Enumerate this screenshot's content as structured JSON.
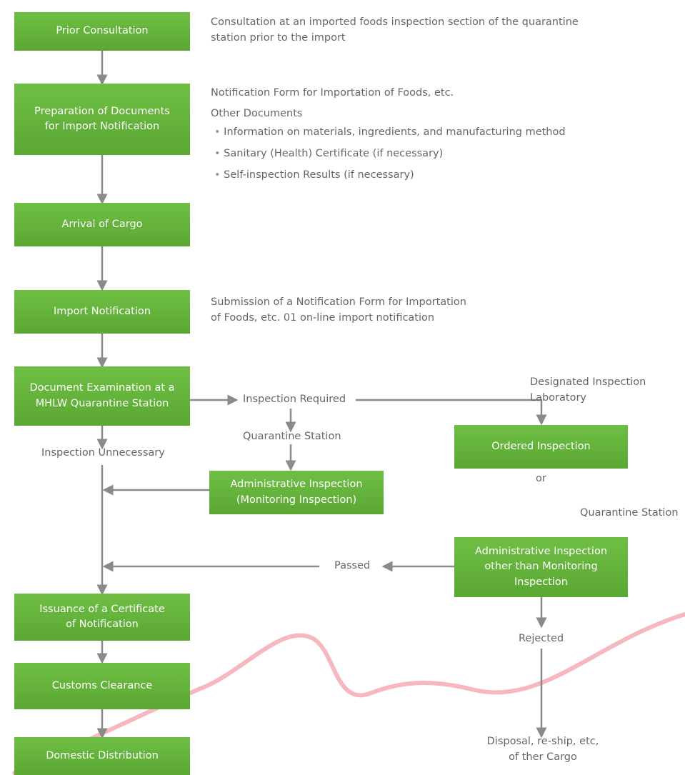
{
  "diagram": {
    "steps": {
      "prior_consultation": "Prior Consultation",
      "preparation_line1": "Preparation of Documents",
      "preparation_line2": "for Import Notification",
      "arrival_of_cargo": "Arrival of Cargo",
      "import_notification": "Import Notification",
      "document_exam_line1": "Document Examination at a",
      "document_exam_line2": "MHLW Quarantine Station",
      "issuance_line1": "Issuance of a Certificate",
      "issuance_line2": "of Notification",
      "customs_clearance": "Customs Clearance",
      "domestic_distribution": "Domestic Distribution"
    },
    "notes": {
      "consultation_line1": "Consultation at an imported foods inspection section of the quarantine",
      "consultation_line2": "station prior to the import",
      "notification_form": "Notification Form for Importation of Foods, etc.",
      "other_documents": "Other Documents",
      "bullets": [
        "Information on materials, ingredients, and manufacturing method",
        "Sanitary (Health) Certificate (if necessary)",
        "Self-inspection Results (if necessary)"
      ],
      "submission_line1": "Submission of a Notification Form for Importation",
      "submission_line2": "of Foods, etc. 01 on-line import notification"
    },
    "branch": {
      "inspection_required": "Inspection Required",
      "quarantine_station_1": "Quarantine Station",
      "inspection_unnecessary": "Inspection Unnecessary",
      "admin_inspection_line1": "Administrative Inspection",
      "admin_inspection_line2": "(Monitoring Inspection)",
      "designated_lab_line1": "Designated Inspection",
      "designated_lab_line2": "Laboratory",
      "ordered_inspection": "Ordered Inspection",
      "or": "or",
      "quarantine_station_2": "Quarantine Station",
      "other_admin_line1": "Administrative Inspection",
      "other_admin_line2": "other than Monitoring",
      "other_admin_line3": "Inspection",
      "passed": "Passed",
      "rejected": "Rejected",
      "disposal_line1": "Disposal, re-ship, etc,",
      "disposal_line2": "of ther Cargo"
    }
  },
  "colors": {
    "box_green": "#64b43c",
    "arrow_gray": "#8a8a8a",
    "text_gray": "#666666",
    "decor_pink": "#f6b8be"
  }
}
